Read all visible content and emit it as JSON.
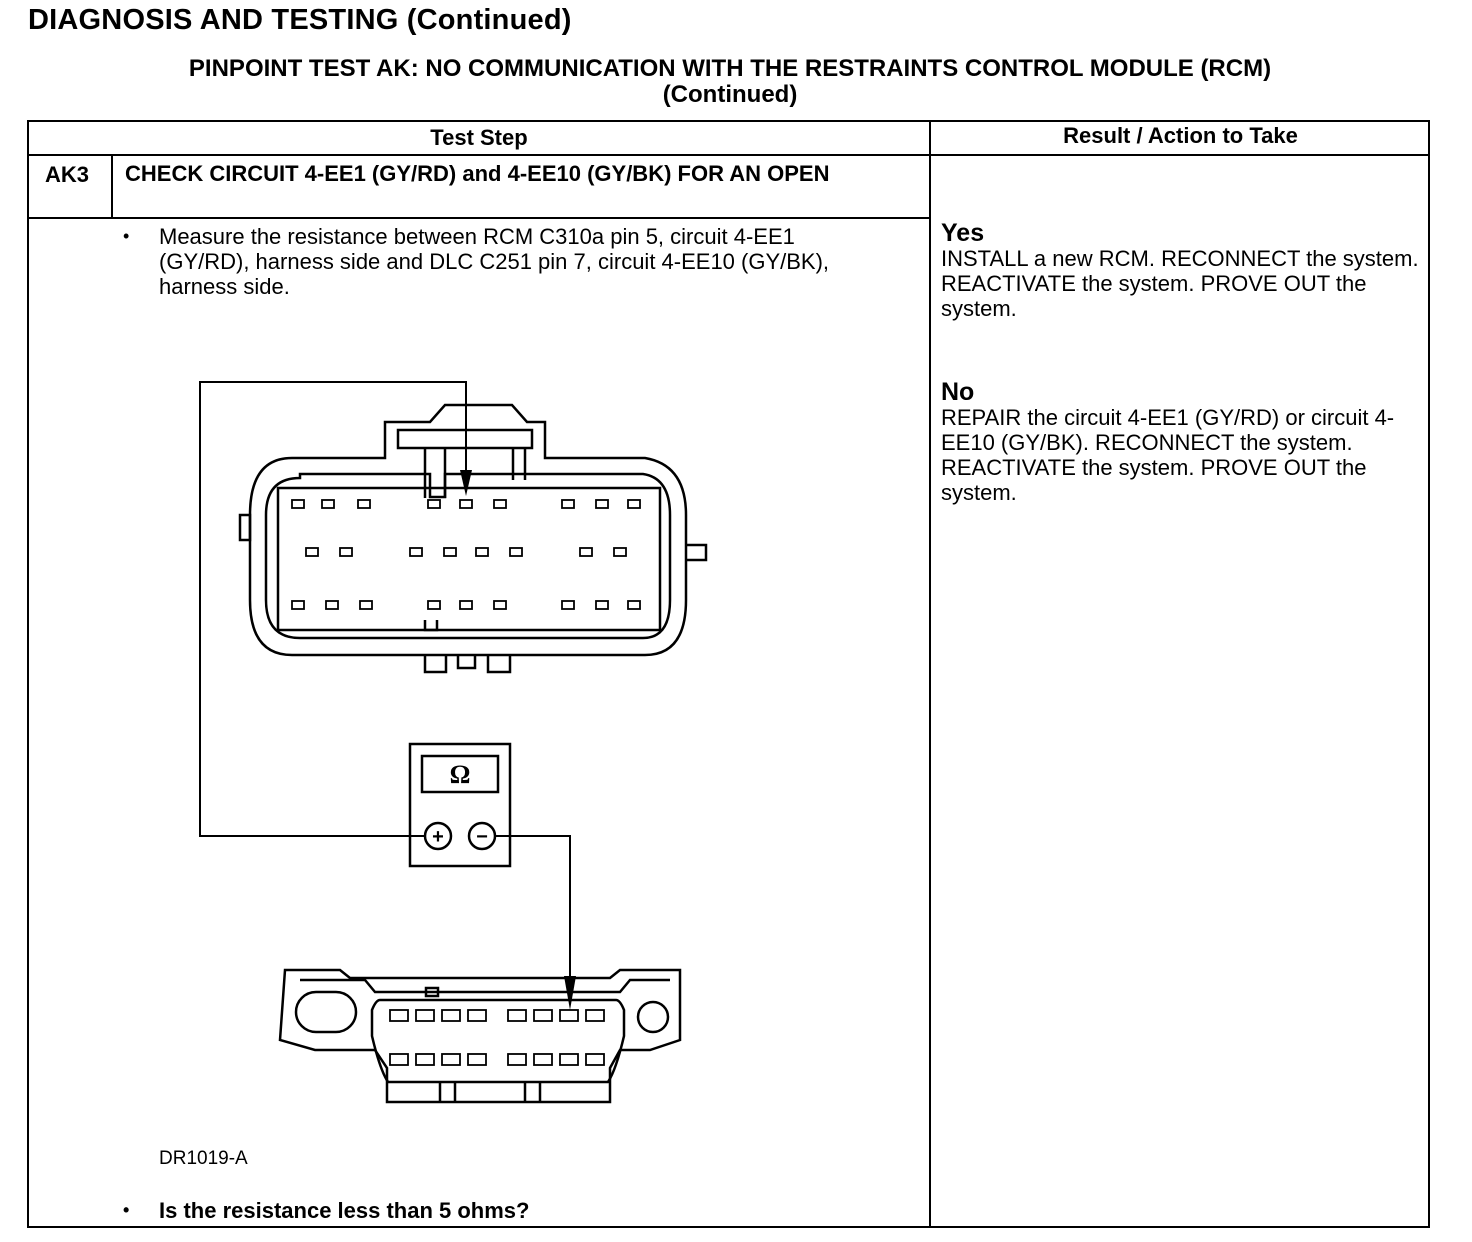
{
  "page_header": "DIAGNOSIS AND TESTING (Continued)",
  "test_title": {
    "line1": "PINPOINT TEST AK: NO COMMUNICATION WITH THE RESTRAINTS CONTROL MODULE (RCM)",
    "line2": "(Continued)"
  },
  "table": {
    "col_test_step": "Test Step",
    "col_result": "Result / Action to Take",
    "step": {
      "id": "AK3",
      "title": "CHECK CIRCUIT 4-EE1 (GY/RD) and 4-EE10 (GY/BK) FOR AN OPEN",
      "bullet_char": "•",
      "instruction": "Measure the resistance between RCM C310a pin 5, circuit 4-EE1 (GY/RD), harness side and DLC C251 pin 7, circuit 4-EE10 (GY/BK), harness side.",
      "figure_label": "DR1019-A",
      "question": "Is the resistance less than 5 ohms?"
    },
    "results": [
      {
        "answer": "Yes",
        "action": "INSTALL a new RCM. RECONNECT the system. REACTIVATE the system. PROVE OUT the system."
      },
      {
        "answer": "No",
        "action": "REPAIR the circuit 4-EE1 (GY/RD) or circuit 4-EE10 (GY/BK). RECONNECT the system. REACTIVATE the system. PROVE OUT the system."
      }
    ]
  },
  "diagram": {
    "meter_symbol": "Ω",
    "plus_symbol": "+",
    "minus_symbol": "−",
    "icons": [
      "rcm-connector-c310a-icon",
      "ohmmeter-icon",
      "dlc-connector-c251-icon"
    ]
  }
}
